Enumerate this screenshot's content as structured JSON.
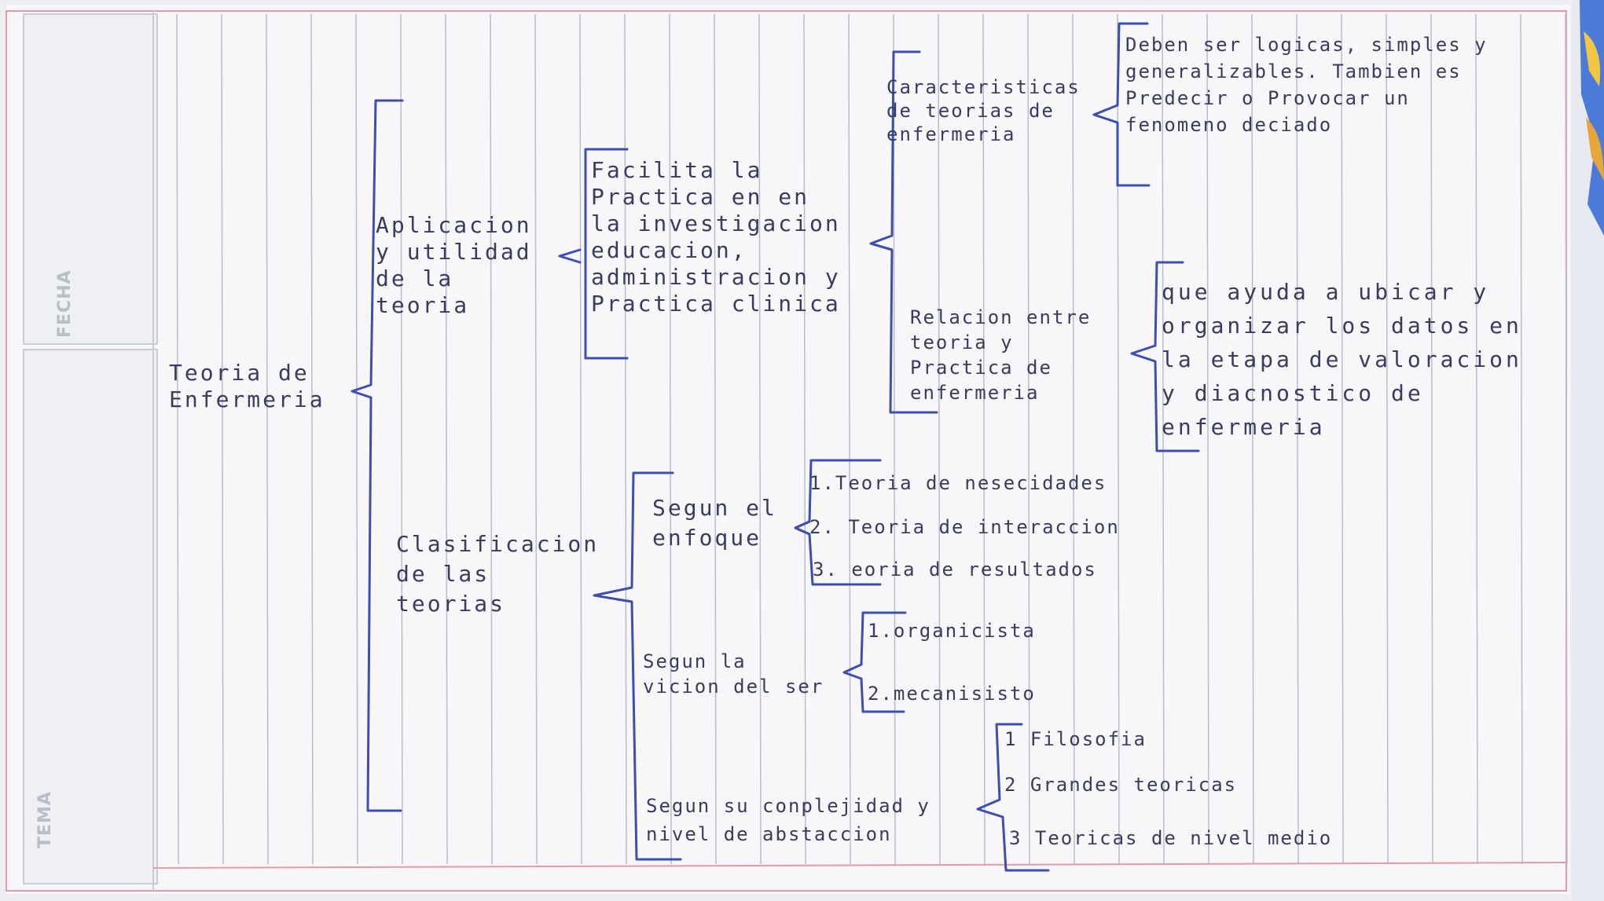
{
  "form": {
    "fecha_label": "FECHA",
    "tema_label": "TEMA"
  },
  "diagram": {
    "root": "Teoria de Enfermeria",
    "aplicacion": {
      "label": "Aplicacion y utilidad de la teoria",
      "facilita": "Facilita la Practica en en la investigacion educacion, administracion y Practica clinica",
      "caracteristicas": {
        "label": "Caracteristicas de teorias de enfermeria",
        "detail": "Deben ser logicas, simples y generalizables. Tambien es Predecir o Provocar un fenomeno deciado"
      },
      "relacion": {
        "label": "Relacion entre teoria y Practica de enfermeria",
        "detail": "que ayuda a ubicar y organizar los datos en la etapa de valoracion y diacnostico de enfermeria"
      }
    },
    "clasificacion": {
      "label": "Clasificacion de las teorias",
      "enfoque": {
        "label": "Segun el enfoque",
        "items": [
          "1.Teoria de nesecidades",
          "2. Teoria de interaccion",
          "3. eoria de resultados"
        ]
      },
      "vision": {
        "label": "Segun la vicion del ser",
        "items": [
          "1.organicista",
          "2.mecanisisto"
        ]
      },
      "complejidad": {
        "label": "Segun su conplejidad y nivel de abstaccion",
        "items": [
          "1 Filosofia",
          "2 Grandes teoricas",
          "3 Teoricas de nivel medio"
        ]
      }
    }
  },
  "colors": {
    "ink": "#3a3c5e",
    "bracket": "#3c4fb0",
    "rule_line": "#b8bccc",
    "margin_line": "#e08a96"
  }
}
